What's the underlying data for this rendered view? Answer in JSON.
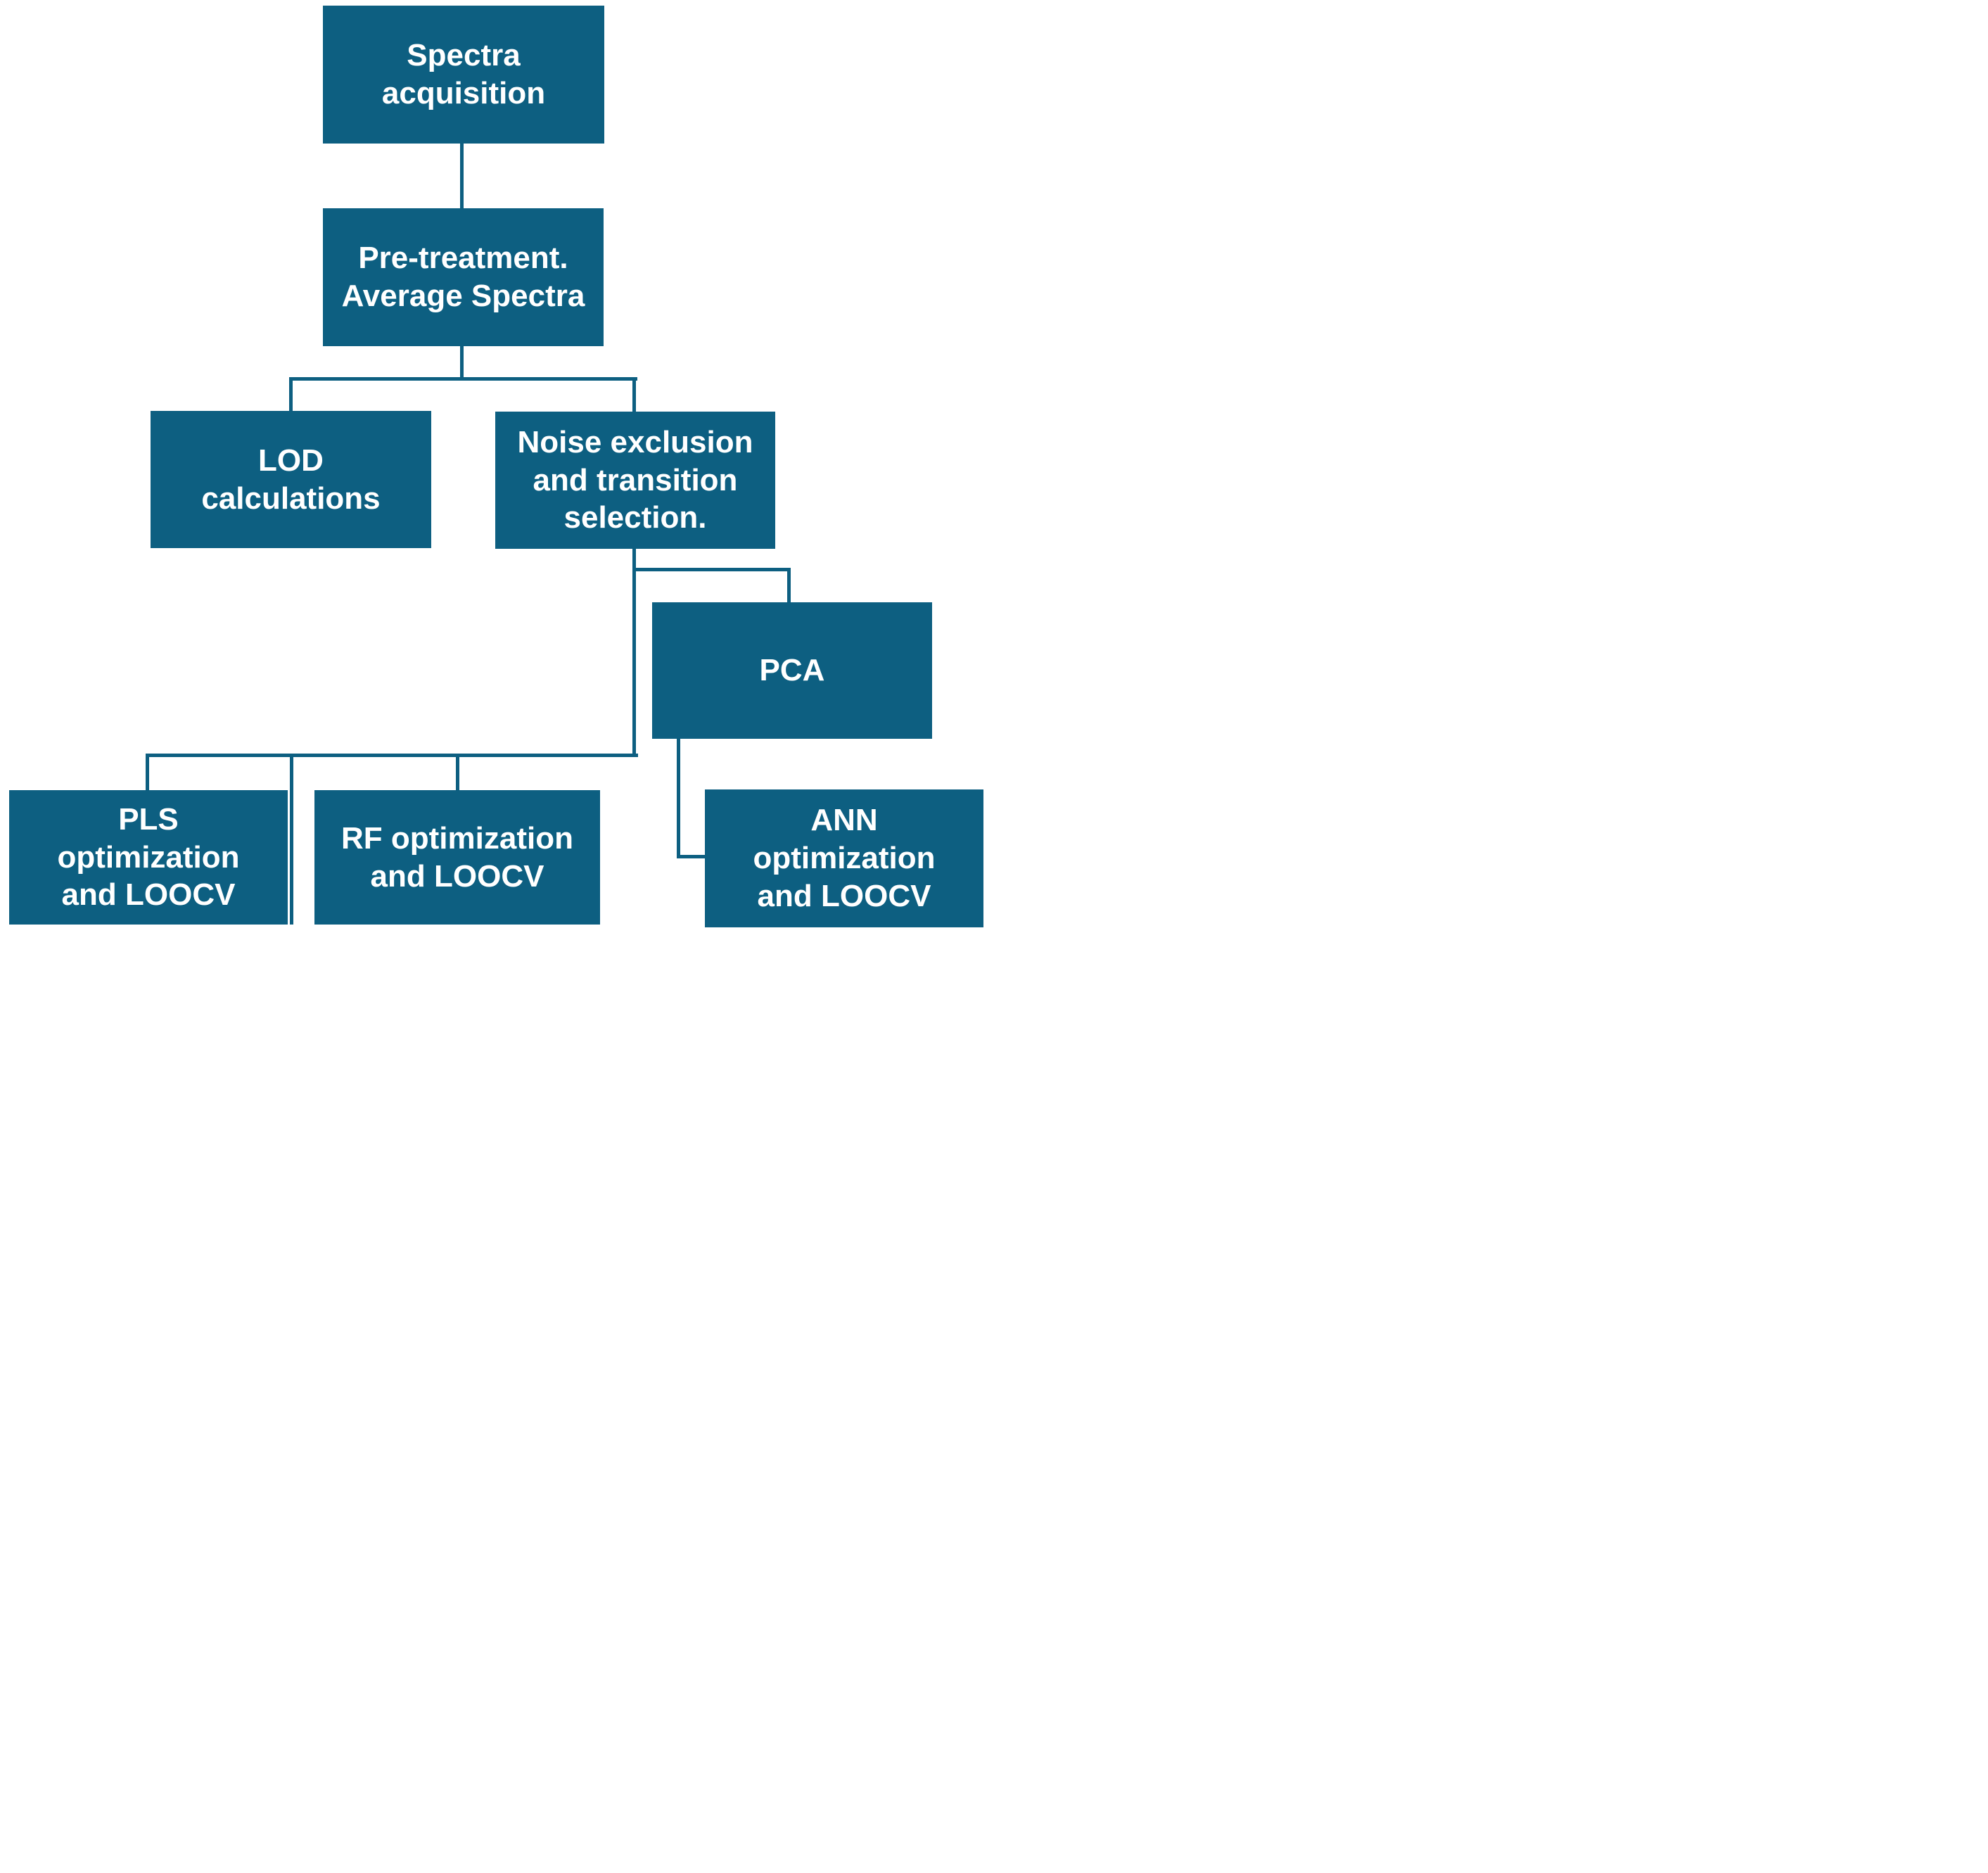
{
  "figure": {
    "type": "flowchart",
    "background_color": "#ffffff",
    "box_color": "#0d5f81",
    "line_color": "#0d5f81",
    "text_color": "#ffffff"
  },
  "nodes": {
    "spectra": {
      "label": "Spectra\nacquisition"
    },
    "pretreatment": {
      "label": "Pre-treatment.\nAverage Spectra"
    },
    "lod": {
      "label": "LOD\ncalculations"
    },
    "noise": {
      "label": "Noise exclusion\nand transition\nselection."
    },
    "pca": {
      "label": "PCA"
    },
    "pls": {
      "label": "PLS\noptimization\nand LOOCV"
    },
    "rf": {
      "label": "RF optimization\nand LOOCV"
    },
    "ann": {
      "label": "ANN\noptimization\nand LOOCV"
    }
  },
  "edges": [
    {
      "from": "Spectra acquisition",
      "to": "Pre-treatment. Average Spectra"
    },
    {
      "from": "Pre-treatment. Average Spectra",
      "to": "LOD calculations"
    },
    {
      "from": "Pre-treatment. Average Spectra",
      "to": "Noise exclusion and transition selection."
    },
    {
      "from": "Noise exclusion and transition selection.",
      "to": "PCA"
    },
    {
      "from": "Noise exclusion and transition selection.",
      "to": "PLS optimization and LOOCV"
    },
    {
      "from": "Noise exclusion and transition selection.",
      "to": "RF optimization and LOOCV"
    },
    {
      "from": "PCA",
      "to": "ANN optimization and LOOCV"
    }
  ]
}
